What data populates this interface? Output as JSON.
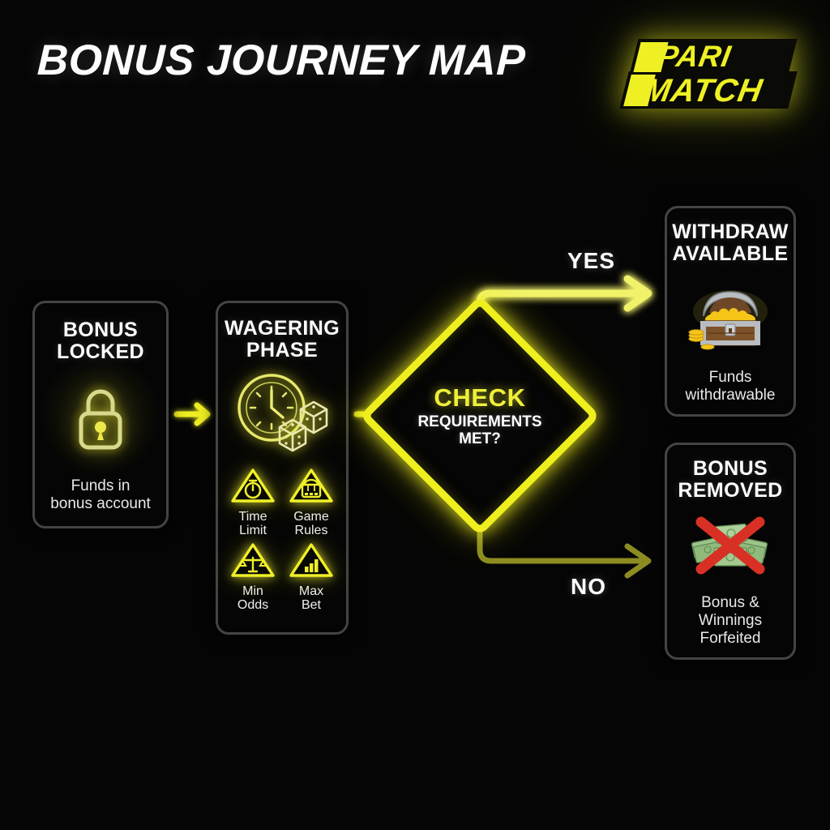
{
  "page": {
    "title": "BONUS JOURNEY MAP",
    "background_color": "#050505",
    "accent_color": "#efef1f",
    "text_color": "#ffffff"
  },
  "logo": {
    "name": "parimatch-logo",
    "line1": "PARI",
    "line2": "MATCH",
    "color": "#eef023"
  },
  "flow": {
    "type": "flowchart",
    "nodes": [
      {
        "id": "bonus-locked",
        "shape": "rounded-rect",
        "title": "BONUS\nLOCKED",
        "title_line1": "BONUS",
        "title_line2": "LOCKED",
        "icon": "padlock-icon",
        "caption_line1": "Funds in",
        "caption_line2": "bonus account"
      },
      {
        "id": "wagering-phase",
        "shape": "rounded-rect",
        "title_line1": "WAGERING",
        "title_line2": "PHASE",
        "icon": "clock-and-dice-icon",
        "requirements": [
          {
            "icon": "stopwatch-warning-icon",
            "label_line1": "Time",
            "label_line2": "Limit"
          },
          {
            "icon": "slot-machine-warning-icon",
            "label_line1": "Game",
            "label_line2": "Rules"
          },
          {
            "icon": "scales-warning-icon",
            "label_line1": "Min",
            "label_line2": "Odds"
          },
          {
            "icon": "bar-chart-warning-icon",
            "label_line1": "Max",
            "label_line2": "Bet"
          }
        ]
      },
      {
        "id": "check-requirements",
        "shape": "diamond",
        "title": "CHECK",
        "subtitle_line1": "REQUIREMENTS",
        "subtitle_line2": "MET?"
      },
      {
        "id": "withdraw-available",
        "shape": "rounded-rect",
        "title_line1": "WITHDRAW",
        "title_line2": "AVAILABLE",
        "icon": "treasure-chest-icon",
        "caption_line1": "Funds",
        "caption_line2": "withdrawable"
      },
      {
        "id": "bonus-removed",
        "shape": "rounded-rect",
        "title_line1": "BONUS",
        "title_line2": "REMOVED",
        "icon": "money-crossed-out-icon",
        "caption_line1": "Bonus &",
        "caption_line2": "Winnings",
        "caption_line3": "Forfeited"
      }
    ],
    "branches": [
      {
        "id": "yes-branch",
        "label": "YES",
        "from": "check-requirements",
        "to": "withdraw-available",
        "state": "active"
      },
      {
        "id": "no-branch",
        "label": "NO",
        "from": "check-requirements",
        "to": "bonus-removed",
        "state": "dim"
      }
    ]
  }
}
